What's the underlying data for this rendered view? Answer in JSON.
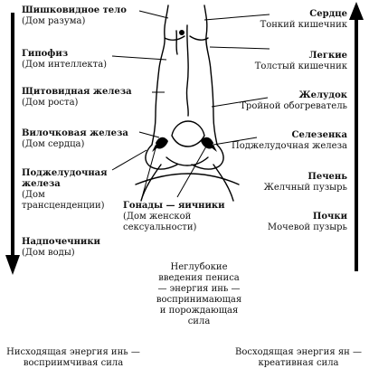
{
  "glands": [
    {
      "name": "Шишковидное тело",
      "note": "(Дом разума)"
    },
    {
      "name": "Гипофиз",
      "note": "(Дом интеллекта)"
    },
    {
      "name": "Щитовидная железа",
      "note": "(Дом роста)"
    },
    {
      "name": "Вилочковая железа",
      "note": "(Дом сердца)"
    },
    {
      "name": "Поджелудочная железа",
      "note": "(Дом трансценденции)"
    },
    {
      "name": "Надпочечники",
      "note": "(Дом воды)"
    }
  ],
  "organs": [
    {
      "name": "Сердце",
      "pair": "Тонкий кишечник"
    },
    {
      "name": "Легкие",
      "pair": "Толстый кишечник"
    },
    {
      "name": "Желудок",
      "pair": "Тройной обогреватель"
    },
    {
      "name": "Селезенка",
      "pair": "Поджелудочная железа"
    },
    {
      "name": "Печень",
      "pair": "Желчный пузырь"
    },
    {
      "name": "Почки",
      "pair": "Мочевой пузырь"
    }
  ],
  "gonads": {
    "name": "Гонады — яичники",
    "note": "(Дом женской сексуальности)"
  },
  "middle_caption": "Неглубокие введения пениса — энергия инь — воспринимающая и порождающая сила",
  "left_caption": "Нисходящая энергия инь — восприимчивая сила",
  "right_caption": "Восходящая энергия ян — креативная сила"
}
